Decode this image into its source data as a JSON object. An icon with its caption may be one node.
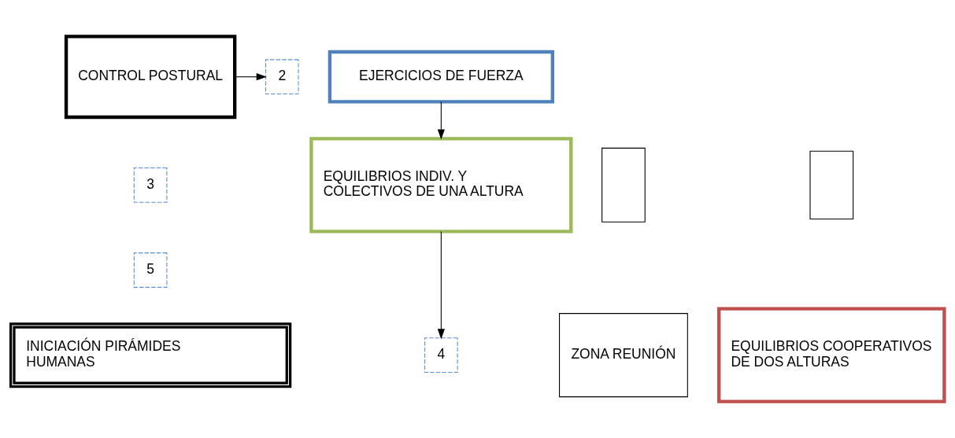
{
  "diagram": {
    "nodes": [
      {
        "text": [
          "CONTROL POSTURAL"
        ]
      },
      {
        "text": [
          "2"
        ]
      },
      {
        "text": [
          "EJERCICIOS DE FUERZA"
        ]
      },
      {
        "text": [
          "3"
        ]
      },
      {
        "text": [
          "EQUILIBRIOS INDIV. Y COLECTIVOS DE UNA ALTURA"
        ]
      },
      {
        "text": [],
        "shape": "box"
      },
      {
        "text": [],
        "shape": "box"
      },
      {
        "text": [
          "5"
        ]
      },
      {
        "text": [
          "4"
        ]
      },
      {
        "text": [
          "ZONA REUNIÓN"
        ]
      },
      {
        "text": [
          "INICIACIÓN PIRÁMIDES HUMANAS"
        ]
      },
      {
        "text": [
          "EQUILIBRIOS COOPERATIVOS DE DOS ALTURAS"
        ]
      }
    ],
    "edges": [
      {
        "from": 0,
        "to": 1,
        "arrow": "to"
      },
      {
        "from": 2,
        "to": 4,
        "arrow": "to"
      },
      {
        "from": 4,
        "to": 8,
        "arrow": "to"
      }
    ]
  }
}
